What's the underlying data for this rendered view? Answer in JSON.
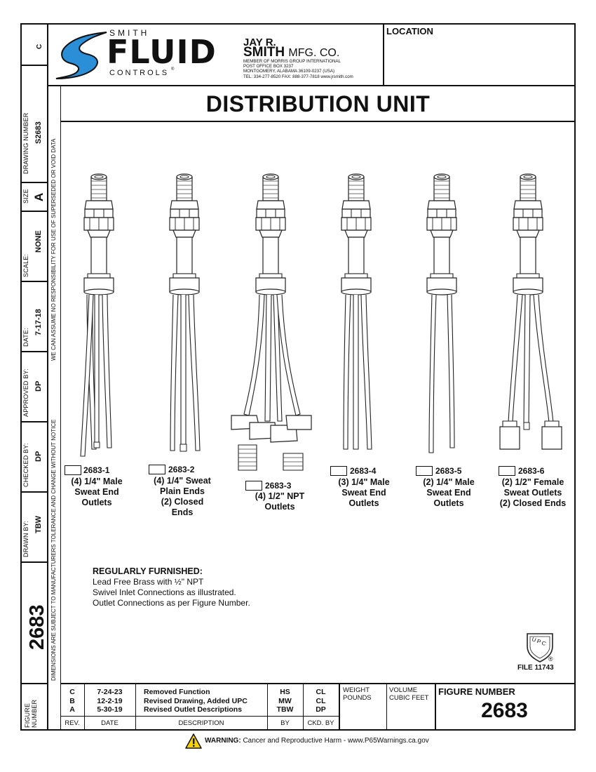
{
  "company": {
    "logo_top": "SMITH",
    "logo_main": "FLUID",
    "logo_bottom": "CONTROLS",
    "name_line1": "JAY R.",
    "name_line2": "SMITH",
    "name_suffix": "MFG. CO.",
    "address": [
      "MEMBER OF MORRIS GROUP INTERNATIONAL",
      "POST OFFICE BOX 3237",
      "MONTGOMERY, ALABAMA 36109-0237 (USA)",
      "TEL: 334-277-8520   FAX: 888-377-7818   www.jrsmith.com"
    ]
  },
  "location_label": "LOCATION",
  "title": "DISTRIBUTION UNIT",
  "sidebar": {
    "revision": "C",
    "drawing_number_label": "DRAWING NUMBER",
    "drawing_number": "S2683",
    "size_label": "SIZE",
    "size": "A",
    "scale_label": "SCALE:",
    "scale": "NONE",
    "date_label": "DATE:",
    "date": "7-17-18",
    "approved_label": "APPROVED BY:",
    "approved": "DP",
    "checked_label": "CHECKED BY:",
    "checked": "DP",
    "drawn_label": "DRAWN BY:",
    "drawn": "TBW",
    "figure_big": "2683",
    "figure_label_1": "FIGURE",
    "figure_label_2": "NUMBER"
  },
  "disclaimers": {
    "upper": "WE CAN ASSUME NO RESPONSIBILITY FOR USE OF SUPERSEDED OR VOID DATA",
    "lower": "DIMENSIONS ARE SUBJECT TO MANUFACTURERS TOLERANCE AND CHANGE WITHOUT NOTICE"
  },
  "models": [
    {
      "number": "2683-1",
      "caption": "(4) 1/4\" Male\nSweat End\nOutlets"
    },
    {
      "number": "2683-2",
      "caption": "(4) 1/4\" Sweat\nPlain Ends\n(2) Closed\nEnds"
    },
    {
      "number": "2683-3",
      "caption": "(4) 1/2\" NPT\nOutlets"
    },
    {
      "number": "2683-4",
      "caption": "(3) 1/4\" Male\nSweat End\nOutlets"
    },
    {
      "number": "2683-5",
      "caption": "(2) 1/4\" Male\nSweat End\nOutlets"
    },
    {
      "number": "2683-6",
      "caption": "(2) 1/2\" Female\nSweat Outlets\n(2) Closed Ends"
    }
  ],
  "furnished": {
    "heading": "REGULARLY FURNISHED:",
    "lines": [
      "Lead Free Brass with ½\" NPT",
      "Swivel Inlet Connections as illustrated.",
      "Outlet Connections as per Figure Number."
    ]
  },
  "upc": {
    "mark": "UPC",
    "file": "FILE 11743",
    "registered": "®"
  },
  "revisions": {
    "headers": {
      "rev": "REV.",
      "date": "DATE",
      "description": "DESCRIPTION",
      "by": "BY",
      "ckd": "CKD. BY"
    },
    "rows": [
      {
        "rev": "C",
        "date": "7-24-23",
        "description": "Removed Function",
        "by": "HS",
        "ckd": "CL"
      },
      {
        "rev": "B",
        "date": "12-2-19",
        "description": "Revised Drawing, Added UPC",
        "by": "MW",
        "ckd": "CL"
      },
      {
        "rev": "A",
        "date": "5-30-19",
        "description": "Revised Outlet Descriptions",
        "by": "TBW",
        "ckd": "DP"
      }
    ]
  },
  "weight": {
    "line1": "WEIGHT",
    "line2": "POUNDS"
  },
  "volume": {
    "line1": "VOLUME",
    "line2": "CUBIC FEET"
  },
  "figure": {
    "label": "FIGURE NUMBER",
    "number": "2683"
  },
  "warning": {
    "bold": "WARNING:",
    "text": "Cancer and Reproductive Harm - www.P65Warnings.ca.gov"
  },
  "colors": {
    "logo_blue": "#2a8fd6",
    "logo_dark": "#111111",
    "warning_yellow": "#f5d300"
  }
}
